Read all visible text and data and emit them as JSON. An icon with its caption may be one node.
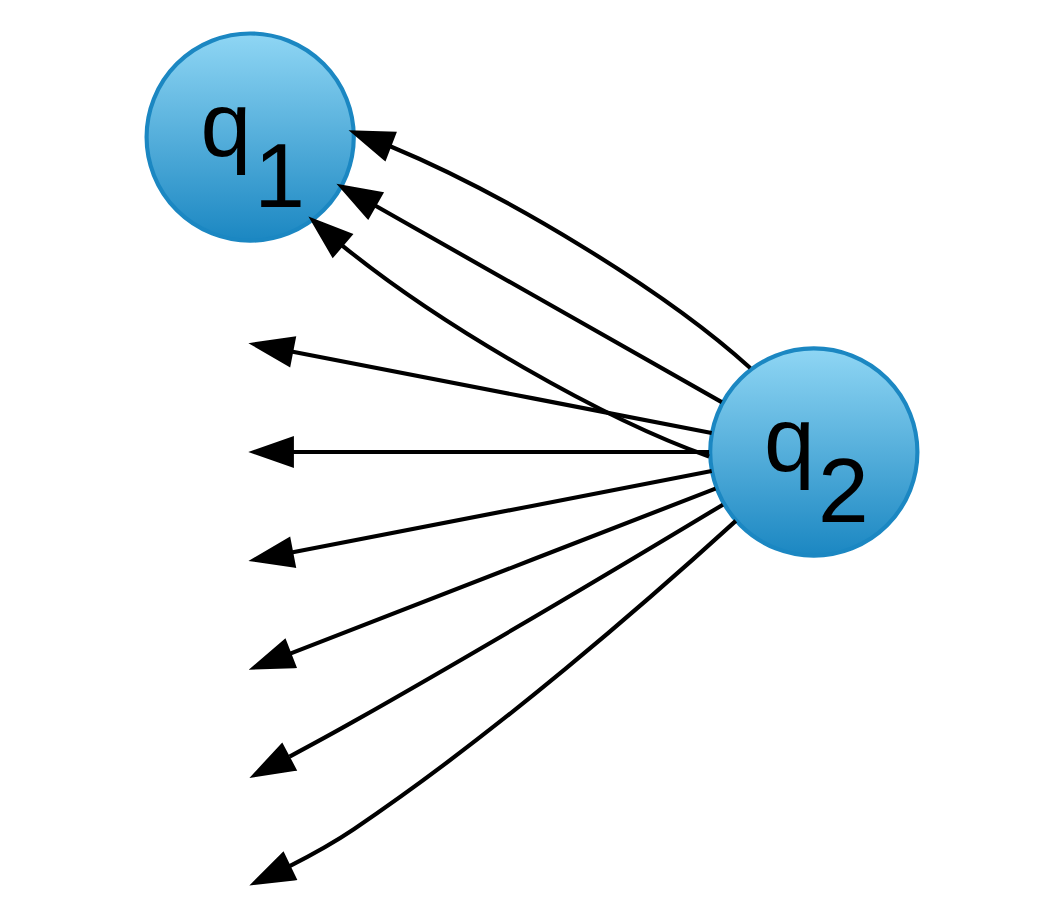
{
  "diagram": {
    "nodes": [
      {
        "text": [
          "q$_{1}$"
        ]
      },
      {
        "text": [
          "q$_{2}$"
        ]
      }
    ],
    "edges": [
      {
        "from": 1,
        "to": 0,
        "arrow": "to"
      },
      {
        "from": 1,
        "to": 0,
        "arrow": "to"
      },
      {
        "from": 1,
        "to": 0,
        "arrow": "to"
      },
      {
        "from": 1,
        "to": null,
        "arrow": "to"
      },
      {
        "from": 1,
        "to": null,
        "arrow": "to"
      },
      {
        "from": 1,
        "to": null,
        "arrow": "to"
      },
      {
        "from": 1,
        "to": null,
        "arrow": "to"
      },
      {
        "from": 1,
        "to": null,
        "arrow": "to"
      },
      {
        "from": 1,
        "to": null,
        "arrow": "to"
      }
    ]
  }
}
